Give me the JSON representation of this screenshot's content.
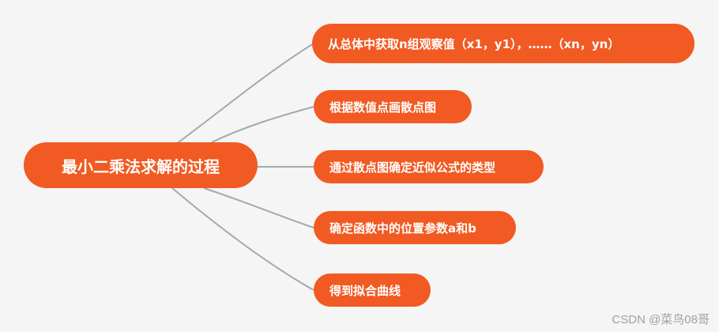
{
  "root": {
    "label": "最小二乘法求解的过程"
  },
  "children": [
    {
      "label": "从总体中获取n组观察值（x1，y1），……（xn，yn）"
    },
    {
      "label": "根据数值点画散点图"
    },
    {
      "label": "通过散点图确定近似公式的类型"
    },
    {
      "label": "确定函数中的位置参数a和b"
    },
    {
      "label": "得到拟合曲线"
    }
  ],
  "watermark": "CSDN @菜鸟08哥",
  "colors": {
    "node": "#f15a22",
    "link": "#a3a9b0",
    "background": "#f5f5f5"
  }
}
